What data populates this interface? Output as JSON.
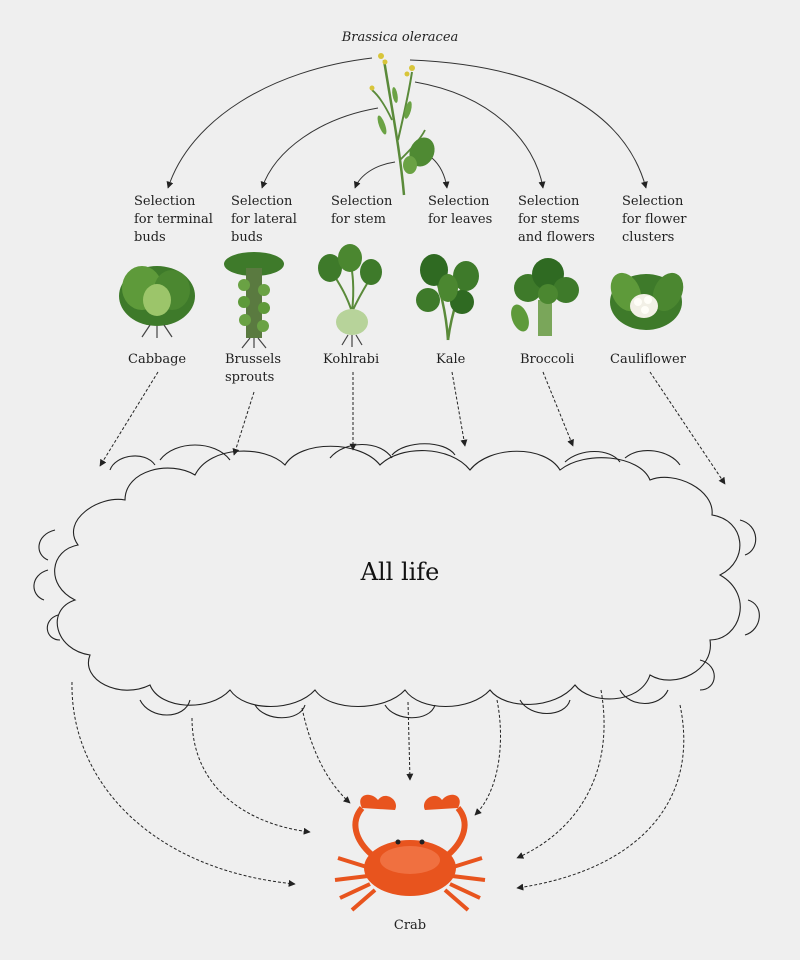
{
  "source_plant": {
    "name": "Brassica oleracea"
  },
  "selections": [
    {
      "label": "Selection\nfor terminal\nbuds",
      "vegetable": "Cabbage"
    },
    {
      "label": "Selection\nfor lateral\nbuds",
      "vegetable": "Brussels\nsprouts"
    },
    {
      "label": "Selection\nfor stem",
      "vegetable": "Kohlrabi"
    },
    {
      "label": "Selection\nfor leaves",
      "vegetable": "Kale"
    },
    {
      "label": "Selection\nfor stems\nand flowers",
      "vegetable": "Broccoli"
    },
    {
      "label": "Selection\nfor flower\nclusters",
      "vegetable": "Cauliflower"
    }
  ],
  "cloud": {
    "label": "All life"
  },
  "target": {
    "name": "Crab"
  },
  "colors": {
    "background": "#efefef",
    "leaf_dark": "#2f5a22",
    "leaf_light": "#6aa244",
    "crab": "#e8541e",
    "arrow": "#222222"
  },
  "icons": [
    "brassica-plant-icon",
    "cabbage-icon",
    "brussels-sprouts-icon",
    "kohlrabi-icon",
    "kale-icon",
    "broccoli-icon",
    "cauliflower-icon",
    "crab-icon"
  ]
}
